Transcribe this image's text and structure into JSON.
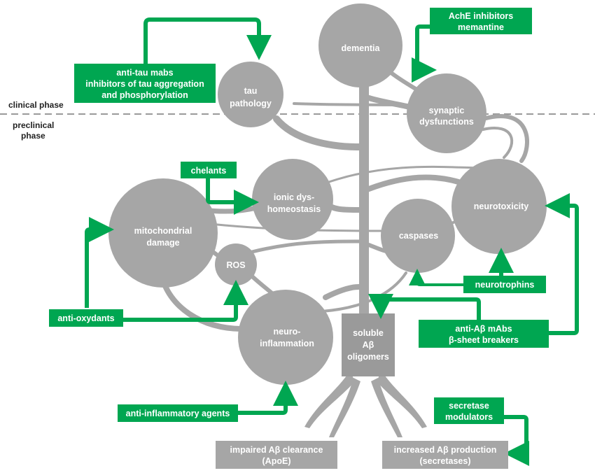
{
  "phases": {
    "clinical": "clinical phase",
    "preclinical_line1": "preclinical",
    "preclinical_line2": "phase"
  },
  "nodes": {
    "dementia": [
      "dementia"
    ],
    "tau": [
      "tau",
      "pathology"
    ],
    "synaptic": [
      "synaptic",
      "dysfunctions"
    ],
    "ionic": [
      "ionic dys-",
      "homeostasis"
    ],
    "neurotoxicity": [
      "neurotoxicity"
    ],
    "mitochondrial": [
      "mitochondrial",
      "damage"
    ],
    "caspases": [
      "caspases"
    ],
    "ros": [
      "ROS"
    ],
    "neuroinflammation": [
      "neuro-",
      "inflammation"
    ],
    "oligomers": [
      "soluble",
      "Aβ",
      "oligomers"
    ]
  },
  "interventions": {
    "anti_tau": [
      "anti-tau mabs",
      "inhibitors of tau aggregation",
      "and phosphorylation"
    ],
    "ache": [
      "AchE inhibitors",
      "memantine"
    ],
    "chelants": [
      "chelants"
    ],
    "anti_oxydants": [
      "anti-oxydants"
    ],
    "neurotrophins": [
      "neurotrophins"
    ],
    "anti_abeta": [
      "anti-Aβ mAbs",
      "β-sheet breakers"
    ],
    "anti_inflammatory": [
      "anti-inflammatory agents"
    ],
    "secretase": [
      "secretase",
      "modulators"
    ]
  },
  "roots": {
    "clearance": [
      "impaired Aβ clearance",
      "(ApoE)"
    ],
    "production": [
      "increased Aβ production",
      "(secretases)"
    ]
  },
  "colors": {
    "green": "#00a651",
    "grey": "#a6a6a6",
    "dark_grey": "#9a9a9a",
    "dash": "#9a9a9a"
  }
}
